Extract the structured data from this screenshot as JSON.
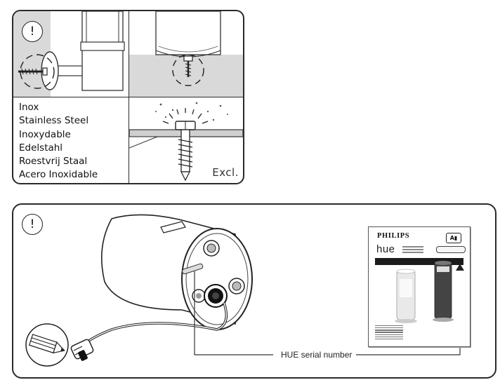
{
  "panel_top": {
    "warning_symbol": "!",
    "materials": [
      "Inox",
      "Stainless Steel",
      "Inoxydable",
      "Edelstahl",
      "Roestvrij Staal",
      "Acero Inoxidable"
    ],
    "excluded_label": "Excl."
  },
  "panel_bottom": {
    "warning_symbol": "!",
    "serial_label": "HUE serial number",
    "booklet": {
      "brand": "PHILIPS",
      "product": "hue"
    }
  },
  "icons": [
    "warning-icon",
    "pencil-icon",
    "screw-icon",
    "connector-icon"
  ]
}
